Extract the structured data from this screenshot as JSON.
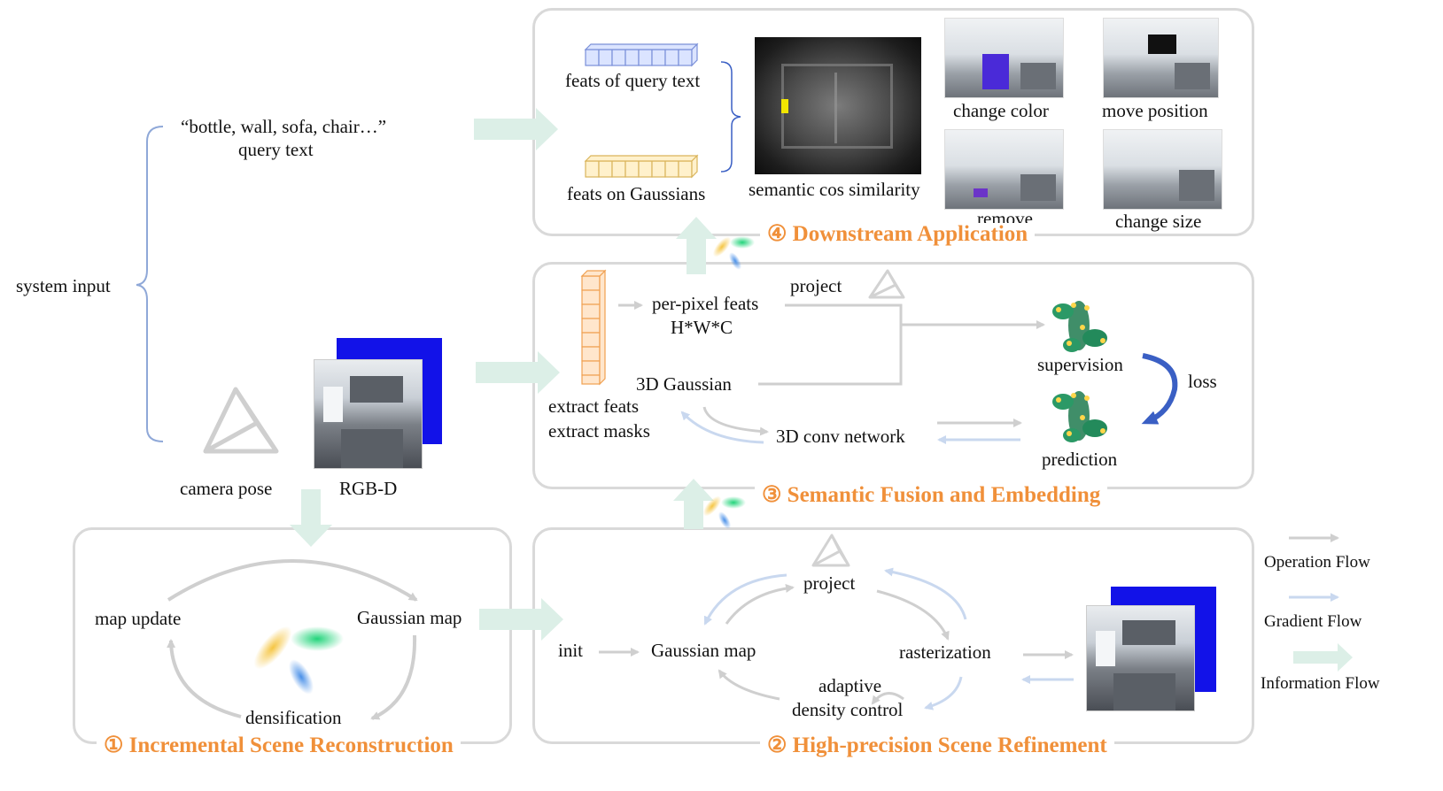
{
  "system_input": {
    "label": "system input",
    "query_text_example": "“bottle, wall, sofa, chair…”",
    "query_text_label": "query text",
    "camera_pose_label": "camera pose",
    "rgbd_label": "RGB-D"
  },
  "panel1": {
    "title": "① Incremental Scene Reconstruction",
    "map_update": "map update",
    "gaussian_map": "Gaussian map",
    "densification": "densification"
  },
  "panel2": {
    "title": "② High-precision Scene Refinement",
    "init": "init",
    "gaussian_map": "Gaussian map",
    "project": "project",
    "rasterization": "rasterization",
    "adaptive_1": "adaptive",
    "adaptive_2": "density control"
  },
  "panel3": {
    "title": "③ Semantic Fusion and Embedding",
    "per_pixel_1": "per-pixel feats",
    "per_pixel_2": "H*W*C",
    "project": "project",
    "gaussian_3d": "3D Gaussian",
    "extract_feats": "extract feats",
    "extract_masks": "extract masks",
    "conv_network": "3D conv network",
    "supervision": "supervision",
    "prediction": "prediction",
    "loss": "loss"
  },
  "panel4": {
    "title": "④ Downstream Application",
    "feats_query": "feats of query text",
    "feats_gaussians": "feats on Gaussians",
    "semantic_cos": "semantic cos similarity",
    "change_color": "change color",
    "move_position": "move position",
    "remove": "remove",
    "change_size": "change size"
  },
  "legend": {
    "operation_flow": "Operation Flow",
    "gradient_flow": "Gradient Flow",
    "information_flow": "Information Flow"
  },
  "colors": {
    "title": "#f0903a",
    "operation_arrow": "#cfcfcf",
    "gradient_arrow": "#c9d8ef",
    "information_arrow": "#dcefe7",
    "query_feat_cells": "#dbe4ff",
    "gaussian_feat_cells": "#fff1cc",
    "pixel_feat_cells": "#ffe6cc",
    "loss_arrow": "#3a5fc4",
    "depth_blue": "#1212e8"
  }
}
